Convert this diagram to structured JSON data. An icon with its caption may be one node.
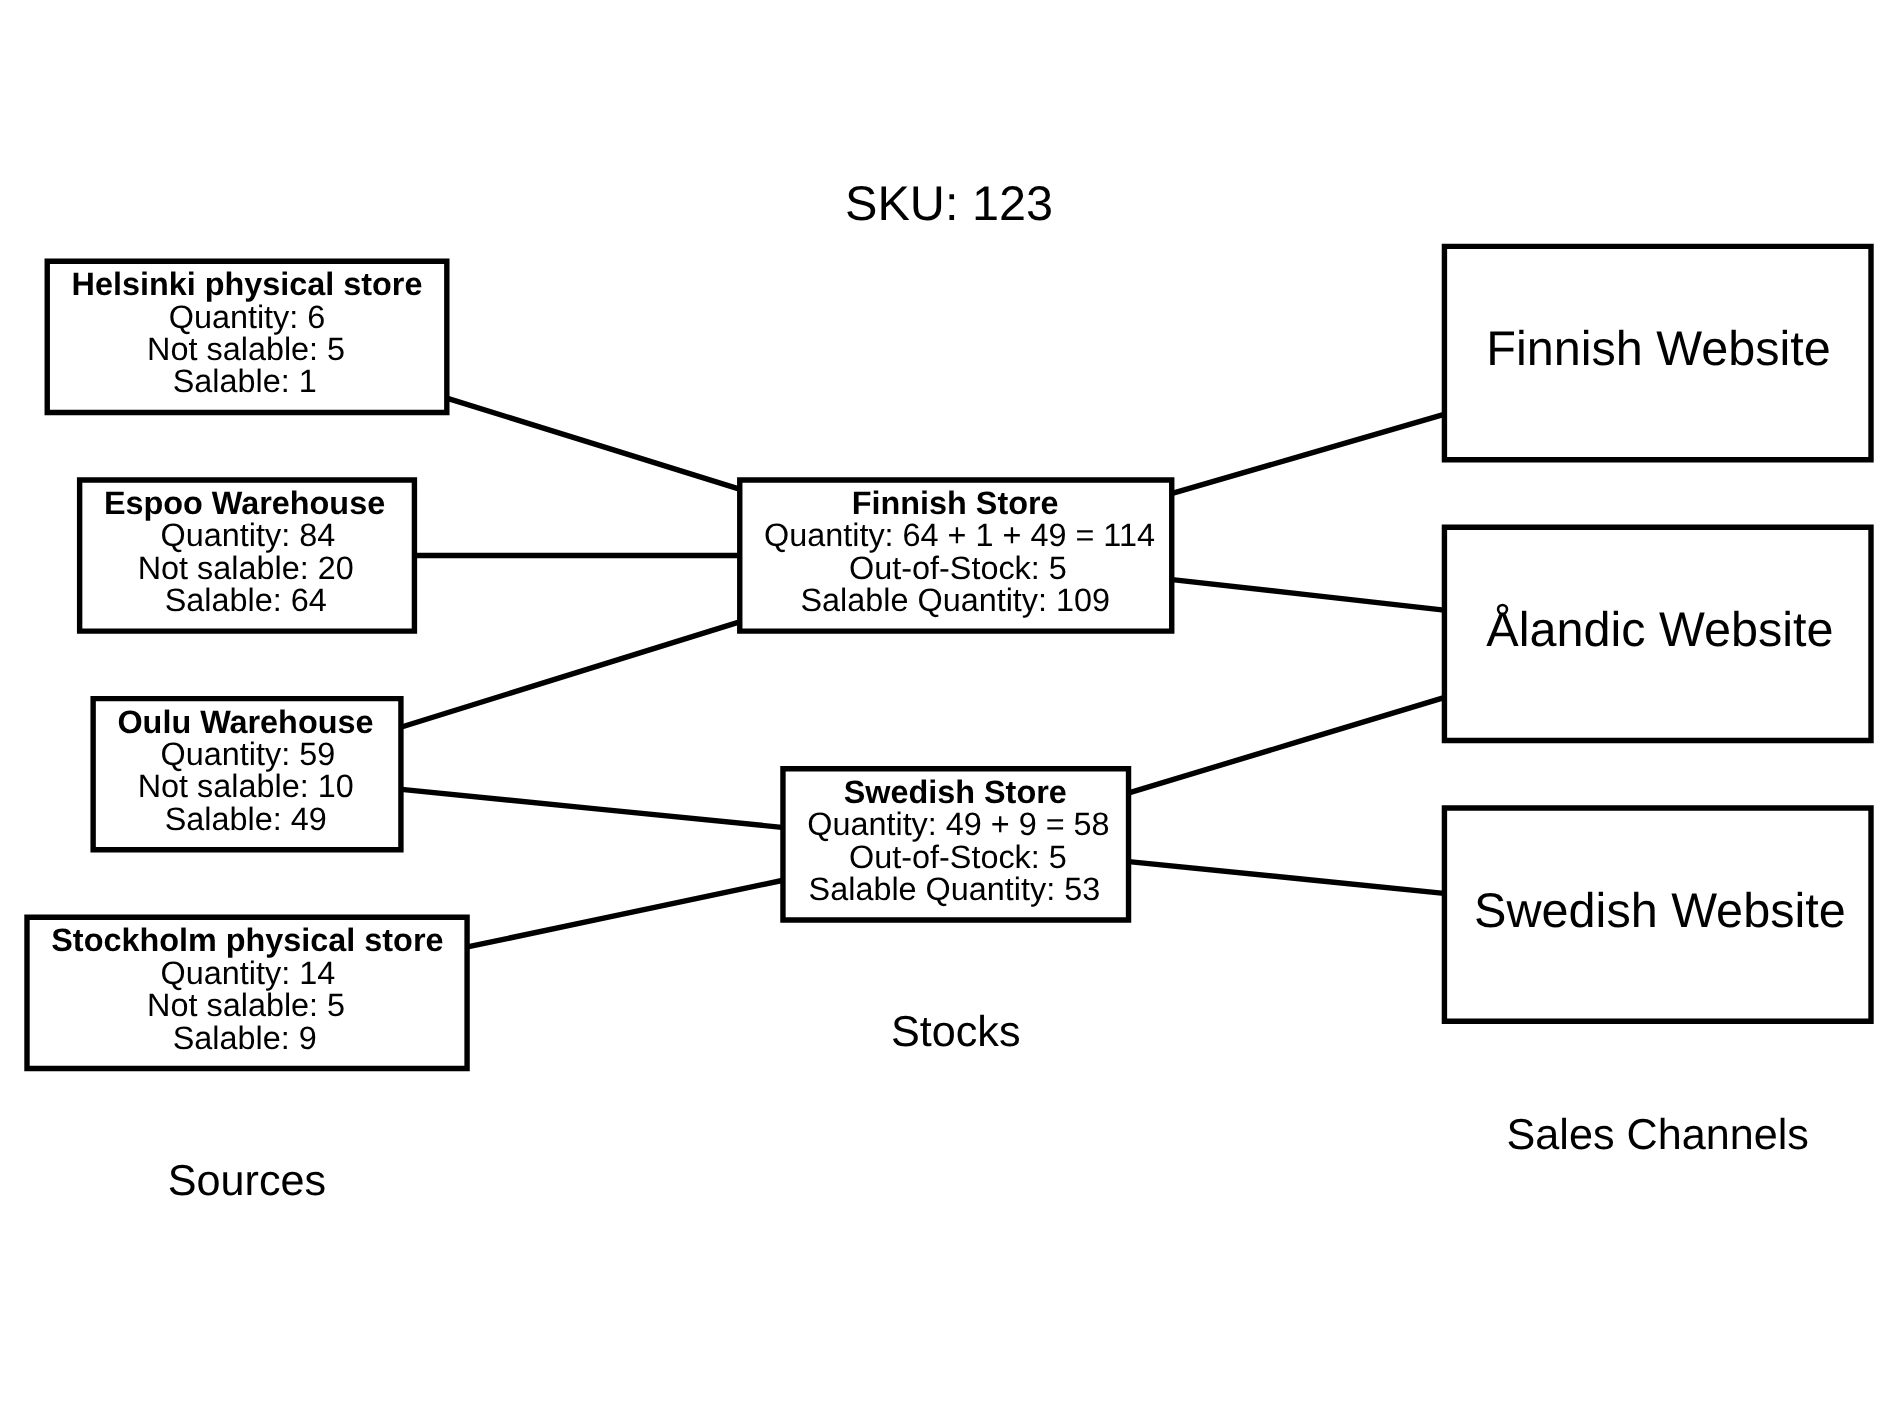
{
  "diagram": {
    "title": "SKU: 123",
    "nodes": [
      {
        "text": [
          "Espoo Warehouse",
          "Quantity: 84",
          "Not salable: 20",
          "Salable: 64"
        ]
      },
      {
        "text": [
          "Helsinki physical store",
          "Quantity: 6",
          "Not salable: 5",
          "Salable: 1"
        ]
      },
      {
        "text": [
          "Oulu Warehouse",
          "Quantity: 59",
          "Not salable: 10",
          "Salable: 49"
        ]
      },
      {
        "text": [
          "Stockholm physical store",
          "Quantity: 14",
          "Not salable: 5",
          "Salable: 9"
        ]
      },
      {
        "text": [
          "Finnish Store",
          "Quantity: 64 + 1 + 49 = 114",
          "Out-of-Stock: 5",
          "Salable Quantity: 109"
        ]
      },
      {
        "text": [
          "Swedish Store",
          "Quantity: 49 + 9 = 58",
          "Out-of-Stock: 5",
          "Salable Quantity: 53"
        ]
      },
      {
        "text": [
          "Finnish Website"
        ]
      },
      {
        "text": [
          "Ålandic Website"
        ]
      },
      {
        "text": [
          "Swedish Website"
        ]
      }
    ],
    "edges": [
      {
        "from": 0,
        "to": 4,
        "arrow": "none"
      },
      {
        "from": 1,
        "to": 4,
        "arrow": "none"
      },
      {
        "from": 2,
        "to": 4,
        "arrow": "none"
      },
      {
        "from": 2,
        "to": 5,
        "arrow": "none"
      },
      {
        "from": 3,
        "to": 5,
        "arrow": "none"
      },
      {
        "from": 4,
        "to": 6,
        "arrow": "none"
      },
      {
        "from": 4,
        "to": 7,
        "arrow": "none"
      },
      {
        "from": 5,
        "to": 7,
        "arrow": "none"
      },
      {
        "from": 5,
        "to": 8,
        "arrow": "none"
      }
    ],
    "labels": [
      "Sources",
      "Stocks",
      "Sales Channels"
    ]
  }
}
